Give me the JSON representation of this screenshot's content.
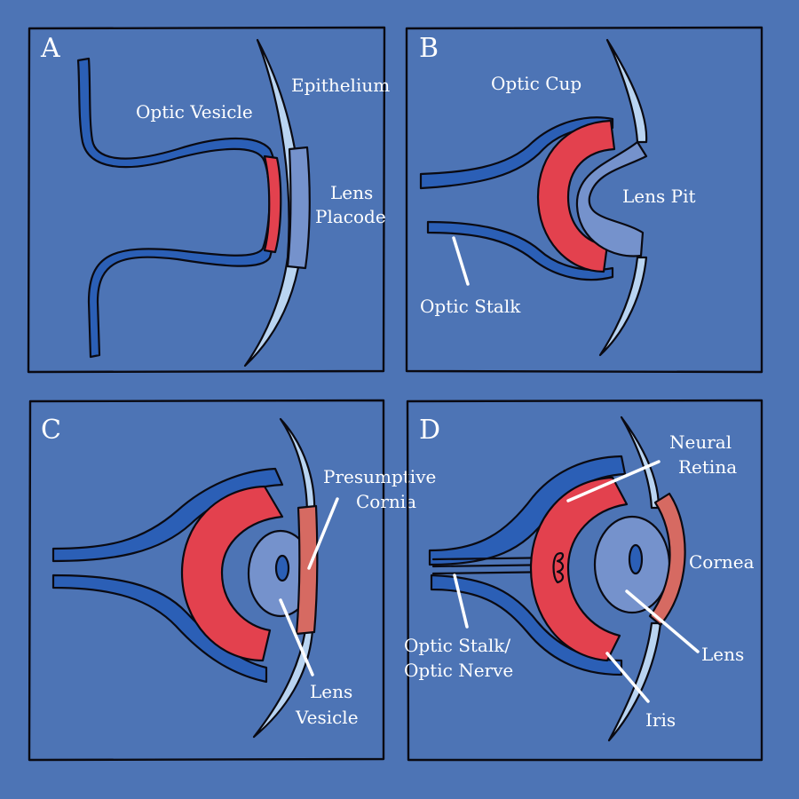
{
  "panels": [
    {
      "letter": "A",
      "labels": {
        "optic_vesicle": "Optic Vesicle",
        "epithelium": "Epithelium",
        "lens_placode_1": "Lens",
        "lens_placode_2": "Placode"
      }
    },
    {
      "letter": "B",
      "labels": {
        "optic_cup": "Optic Cup",
        "lens_pit": "Lens Pit",
        "optic_stalk": "Optic Stalk"
      }
    },
    {
      "letter": "C",
      "labels": {
        "presumptive_cornia_1": "Presumptive",
        "presumptive_cornia_2": "Cornia",
        "lens_vesicle_1": "Lens",
        "lens_vesicle_2": "Vesicle"
      }
    },
    {
      "letter": "D",
      "labels": {
        "neural_retina_1": "Neural",
        "neural_retina_2": "Retina",
        "cornea": "Cornea",
        "lens": "Lens",
        "iris": "Iris",
        "optic_nerve_1": "Optic Stalk/",
        "optic_nerve_2": "Optic Nerve"
      }
    }
  ],
  "colors": {
    "background": "#4d74b5",
    "neural_tissue": "#2b5fb6",
    "retina_red": "#e3414e",
    "lens": "#7592cc",
    "epithelium": "#b9d4f1",
    "cornea": "#d66a62",
    "outline": "#0a0a12",
    "label_text": "#ffffff"
  }
}
